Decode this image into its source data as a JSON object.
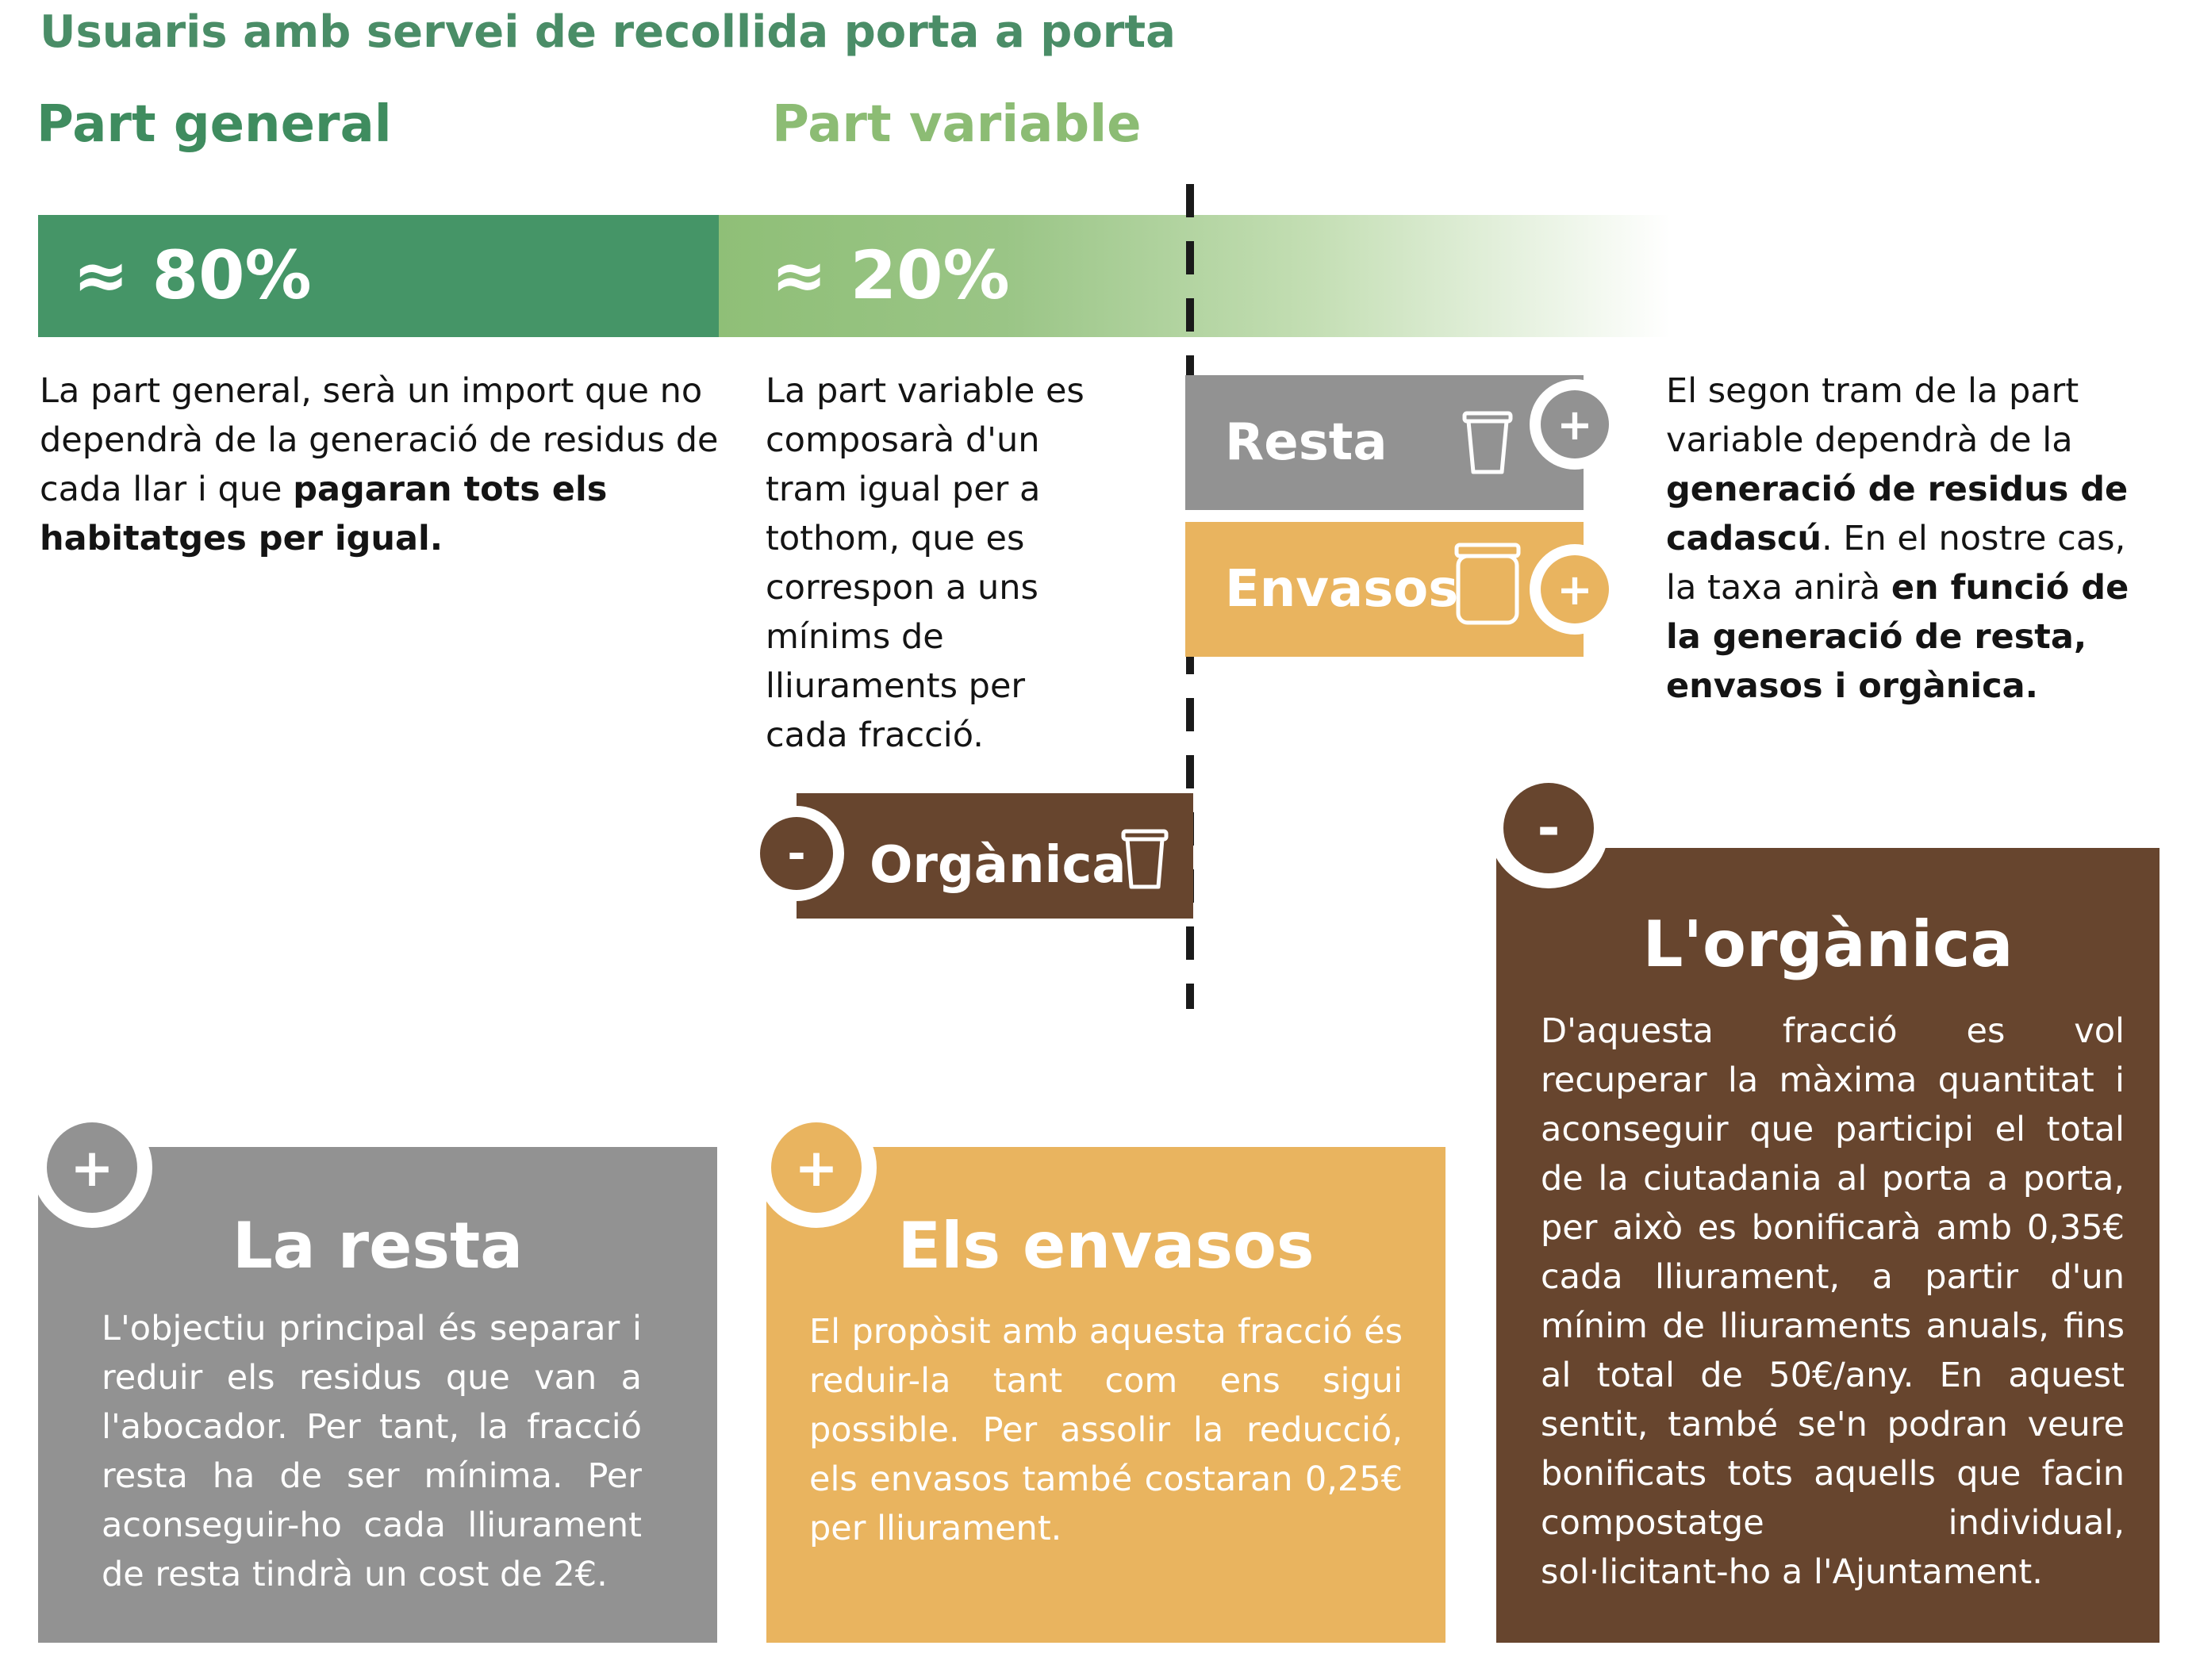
{
  "title": "Usuaris amb servei de recollida porta a porta",
  "part_general": {
    "heading": "Part general",
    "percent": "≈ 80%",
    "text_plain": "La part general, serà un import que no dependrà de la generació de residus de cada llar i que ",
    "text_bold": "pagaran tots els habitatges per igual."
  },
  "part_variable": {
    "heading": "Part variable",
    "percent": "≈ 20%",
    "text": "La part variable es composarà d'un tram igual per a tothom, que es correspon a uns mínims de lliuraments per cada fracció."
  },
  "second_tram": {
    "t1": "El segon tram de la part variable dependrà de la ",
    "b1": "generació de residus de cadascú",
    "t2": ". En el nostre cas, la taxa anirà ",
    "b2": "en funció de la generació de resta, envasos i orgànica."
  },
  "chips": {
    "resta": {
      "label": "Resta",
      "sign": "+",
      "icon": "bin-icon",
      "color": "#929292"
    },
    "envasos": {
      "label": "Envasos",
      "sign": "+",
      "icon": "container-icon",
      "color": "#e9b45f"
    },
    "organica": {
      "label": "Orgànica",
      "sign": "-",
      "icon": "bin-icon",
      "color": "#67452e"
    }
  },
  "boxes": {
    "resta": {
      "sign": "+",
      "title": "La resta",
      "text": "L'objectiu principal és separar i reduir els residus que van a l'abocador. Per tant, la fracció resta ha de ser mínima. Per aconseguir-ho cada lliurament de resta tindrà un cost de 2€.",
      "color": "#929292"
    },
    "envasos": {
      "sign": "+",
      "title": "Els envasos",
      "text": "El propòsit amb aquesta fracció és reduir-la tant com ens sigui possible. Per assolir la reducció, els envasos també costaran 0,25€ per lliurament.",
      "color": "#e9b45f"
    },
    "organica": {
      "sign": "-",
      "title": "L'orgànica",
      "text": "D'aquesta fracció es vol recuperar la màxima quantitat i aconseguir que participi el total de la ciutadania al porta a porta, per això es bonificarà amb 0,35€ cada lliurament, a partir d'un mínim de lliuraments anuals, fins al total de 50€/any. En aquest sentit, també se'n podran veure bonificats tots aquells que facin compostatge individual, sol·licitant-ho a l'Ajuntament.",
      "color": "#67452e"
    }
  }
}
